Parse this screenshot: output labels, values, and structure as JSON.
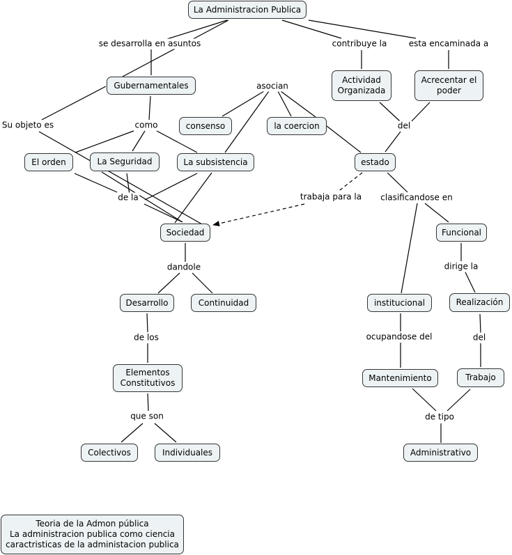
{
  "concepts": [
    {
      "id": "admin",
      "label": "La Administracion Publica"
    },
    {
      "id": "gubern",
      "label": "Gubernamentales"
    },
    {
      "id": "actividad",
      "label": "Actividad\nOrganizada"
    },
    {
      "id": "acrecentar",
      "label": "Acrecentar el\npoder"
    },
    {
      "id": "consenso",
      "label": "consenso"
    },
    {
      "id": "coercion",
      "label": "la coercion"
    },
    {
      "id": "orden",
      "label": "El orden"
    },
    {
      "id": "seguridad",
      "label": "La Seguridad"
    },
    {
      "id": "subsistencia",
      "label": "La subsistencia"
    },
    {
      "id": "estado",
      "label": "estado"
    },
    {
      "id": "sociedad",
      "label": "Sociedad"
    },
    {
      "id": "funcional",
      "label": "Funcional"
    },
    {
      "id": "desarrollo",
      "label": "Desarrollo"
    },
    {
      "id": "continuidad",
      "label": "Continuidad"
    },
    {
      "id": "institucional",
      "label": "institucional"
    },
    {
      "id": "realizacion",
      "label": "Realización"
    },
    {
      "id": "elementos",
      "label": "Elementos\nConstitutivos"
    },
    {
      "id": "mantenimiento",
      "label": "Mantenimiento"
    },
    {
      "id": "trabajo",
      "label": "Trabajo"
    },
    {
      "id": "colectivos",
      "label": "Colectivos"
    },
    {
      "id": "individuales",
      "label": "Individuales"
    },
    {
      "id": "administrativo",
      "label": "Administrativo"
    },
    {
      "id": "footer",
      "label": "Teoria de la Admon pública\nLa administracion publica como ciencia\ncaractristicas de la administacion publica"
    }
  ],
  "linking_phrases": [
    {
      "id": "se_desarrolla",
      "label": "se desarrolla en asuntos"
    },
    {
      "id": "contribuye",
      "label": "contribuye la"
    },
    {
      "id": "encaminada",
      "label": "esta encaminada a"
    },
    {
      "id": "asocian",
      "label": "asocian"
    },
    {
      "id": "su_objeto",
      "label": "Su objeto es"
    },
    {
      "id": "como",
      "label": "como"
    },
    {
      "id": "del1",
      "label": "del"
    },
    {
      "id": "de_la",
      "label": "de la"
    },
    {
      "id": "trabaja",
      "label": "trabaja para la"
    },
    {
      "id": "clasificandose",
      "label": "clasificandose en"
    },
    {
      "id": "dandole",
      "label": "dandole"
    },
    {
      "id": "dirige",
      "label": "dirige la"
    },
    {
      "id": "de_los",
      "label": "de los"
    },
    {
      "id": "ocupandose",
      "label": "ocupandose del"
    },
    {
      "id": "del2",
      "label": "del"
    },
    {
      "id": "que_son",
      "label": "que son"
    },
    {
      "id": "de_tipo",
      "label": "de tipo"
    }
  ],
  "connections": [
    [
      "admin",
      "se_desarrolla"
    ],
    [
      "se_desarrolla",
      "gubern"
    ],
    [
      "admin",
      "su_objeto"
    ],
    [
      "admin",
      "contribuye"
    ],
    [
      "contribuye",
      "actividad"
    ],
    [
      "admin",
      "encaminada"
    ],
    [
      "encaminada",
      "acrecentar"
    ],
    [
      "gubern",
      "su_objeto"
    ],
    [
      "gubern",
      "como"
    ],
    [
      "como",
      "orden"
    ],
    [
      "como",
      "seguridad"
    ],
    [
      "como",
      "subsistencia"
    ],
    [
      "su_objeto",
      "sociedad"
    ],
    [
      "asocian",
      "consenso"
    ],
    [
      "asocian",
      "coercion"
    ],
    [
      "asocian",
      "subsistencia"
    ],
    [
      "asocian",
      "estado"
    ],
    [
      "coercion",
      "estado"
    ],
    [
      "actividad",
      "del1"
    ],
    [
      "acrecentar",
      "del1"
    ],
    [
      "del1",
      "estado"
    ],
    [
      "orden",
      "de_la"
    ],
    [
      "seguridad",
      "de_la"
    ],
    [
      "subsistencia",
      "de_la"
    ],
    [
      "de_la",
      "sociedad"
    ],
    [
      "seguridad",
      "sociedad"
    ],
    [
      "subsistencia",
      "sociedad"
    ],
    [
      "estado",
      "trabaja",
      "dashed"
    ],
    [
      "trabaja",
      "sociedad",
      "dashed-arrow"
    ],
    [
      "estado",
      "clasificandose"
    ],
    [
      "clasificandose",
      "funcional"
    ],
    [
      "clasificandose",
      "institucional"
    ],
    [
      "sociedad",
      "dandole"
    ],
    [
      "dandole",
      "desarrollo"
    ],
    [
      "dandole",
      "continuidad"
    ],
    [
      "funcional",
      "dirige"
    ],
    [
      "dirige",
      "realizacion"
    ],
    [
      "desarrollo",
      "de_los"
    ],
    [
      "de_los",
      "elementos"
    ],
    [
      "institucional",
      "ocupandose"
    ],
    [
      "ocupandose",
      "mantenimiento"
    ],
    [
      "realizacion",
      "del2"
    ],
    [
      "del2",
      "trabajo"
    ],
    [
      "elementos",
      "que_son"
    ],
    [
      "que_son",
      "colectivos"
    ],
    [
      "que_son",
      "individuales"
    ],
    [
      "mantenimiento",
      "de_tipo"
    ],
    [
      "trabajo",
      "de_tipo"
    ],
    [
      "de_tipo",
      "administrativo"
    ]
  ],
  "colors": {
    "node_fill": "#edf3f4",
    "node_border": "#333333",
    "line": "#000000"
  }
}
